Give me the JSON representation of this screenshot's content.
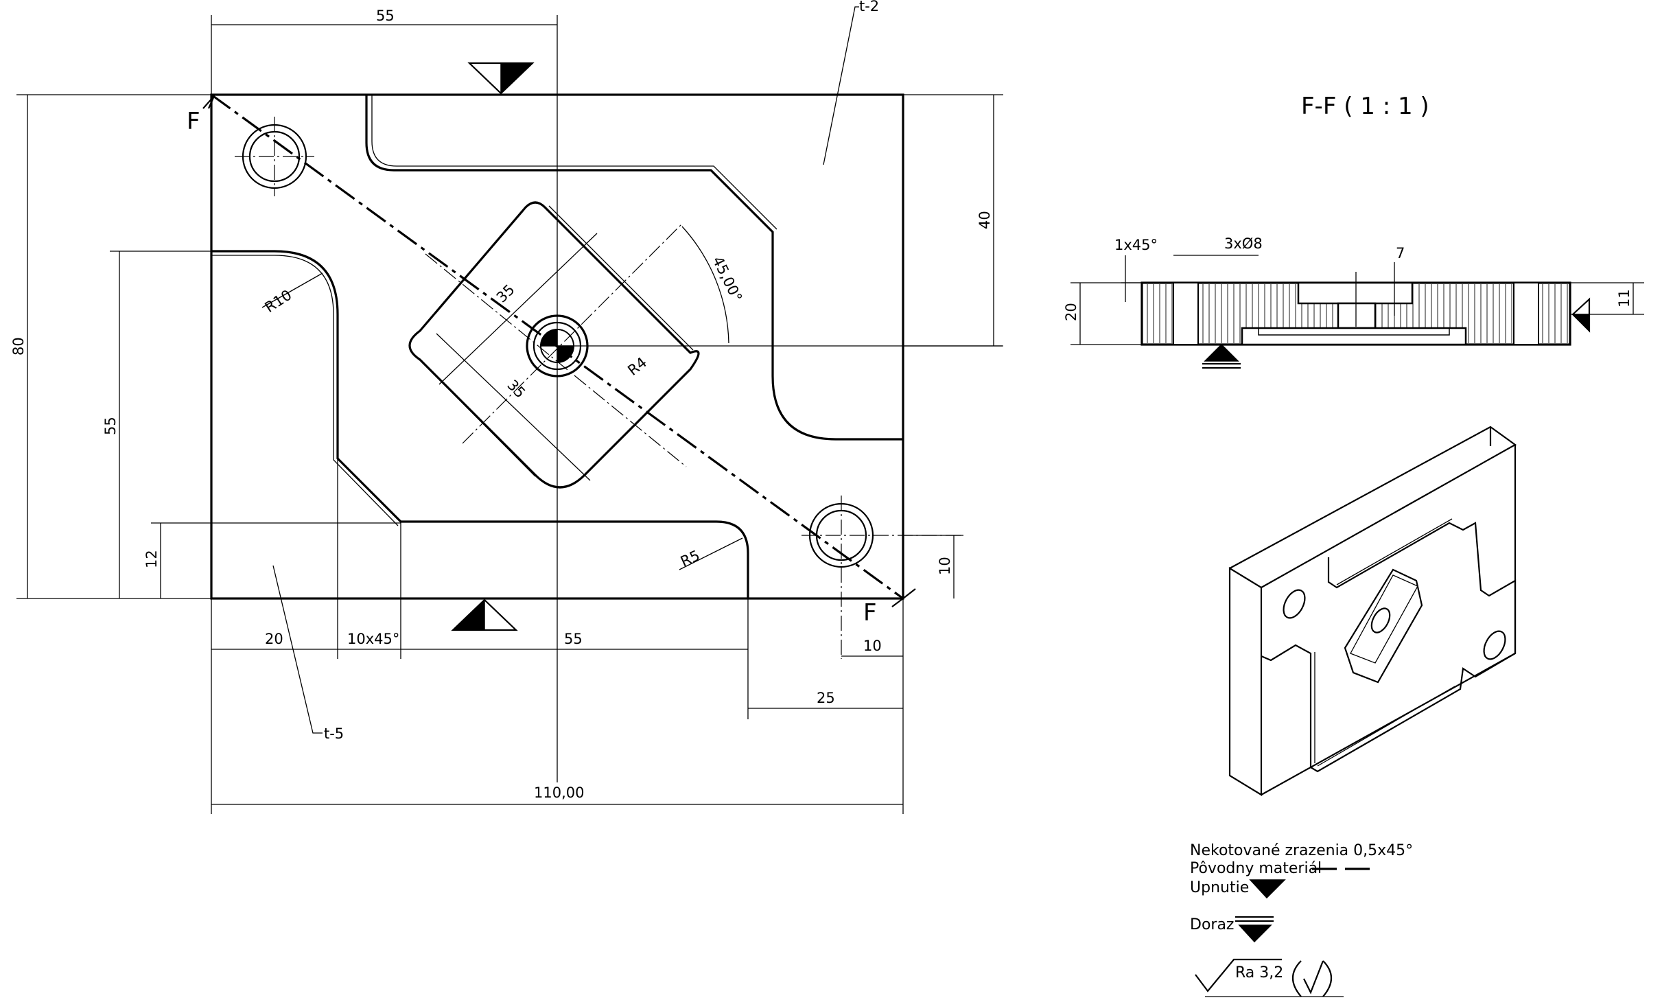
{
  "main_view": {
    "dims": {
      "top_55": "55",
      "left_80": "80",
      "left_55": "55",
      "left_12": "12",
      "right_40": "40",
      "right_10": "10",
      "bottom_20": "20",
      "bottom_chamfer": "10x45°",
      "bottom_55": "55",
      "bottom_10": "10",
      "bottom_25": "25",
      "overall_110": "110,00",
      "r10": "R10",
      "r5": "R5",
      "r4": "R4",
      "diag_35a": "35",
      "diag_35b": "35",
      "angle": "45,00°"
    },
    "leaders": {
      "t2": "t-2",
      "t5": "t-5"
    },
    "section_marks": {
      "start": "F",
      "end": "F"
    }
  },
  "section_view": {
    "title": "F-F ( 1 : 1 )",
    "dims": {
      "chamfer": "1x45°",
      "holes": "3xØ8",
      "depth_7": "7",
      "height_20": "20",
      "height_11": "11"
    }
  },
  "legend": {
    "unmarked_chamfers": "Nekotované zrazenia 0,5x45°",
    "original_material": "Pôvodny materiál",
    "clamping": "Upnutie",
    "stop": "Doraz",
    "roughness": "Ra 3,2"
  }
}
